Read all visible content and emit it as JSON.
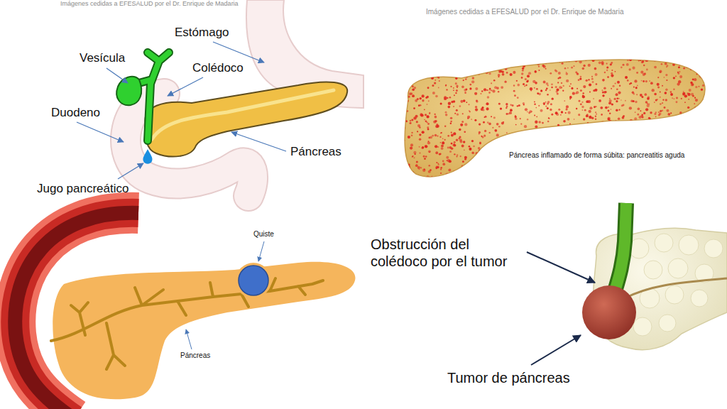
{
  "diagram": {
    "labels": [
      "Imágenes cedidas a EFESALUD por el Dr. Enrique de Madaria",
      "Imágenes cedidas a EFESALUD por el Dr. Enrique de Madaria",
      "Estómago",
      "Vesícula",
      "Colédoco",
      "Duodeno",
      "Páncreas",
      "Jugo pancreático",
      "Páncreas inflamado de forma súbita: pancreatitis aguda",
      "Quiste",
      "Páncreas",
      "Obstrucción del colédoco por el tumor",
      "Tumor de páncreas"
    ]
  }
}
